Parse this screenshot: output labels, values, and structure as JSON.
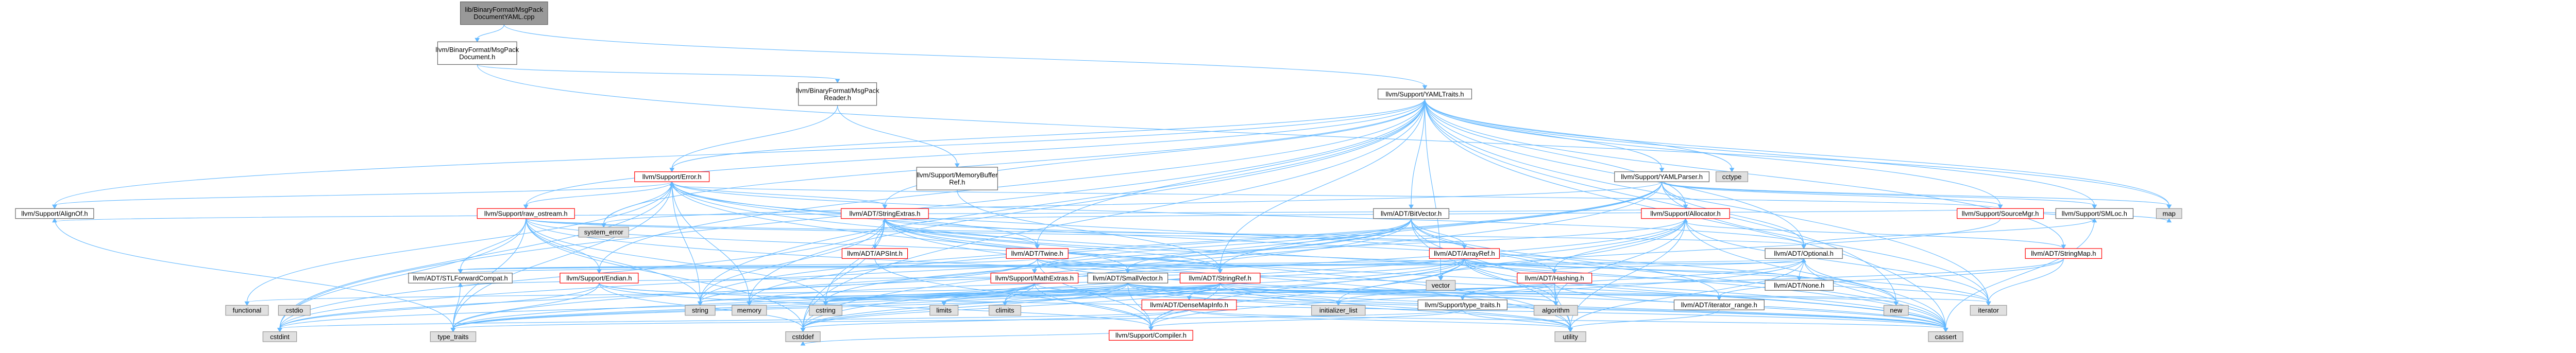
{
  "graph": {
    "title": "lib/BinaryFormat/MsgPackDocumentYAML.cpp",
    "colors": {
      "root_fill": "#999999",
      "doc_fill": "#ffffff",
      "doc_border": "#666666",
      "truncated_border": "#ff0000",
      "system_fill": "#e0e0e0",
      "system_border": "#999999",
      "edge": "#63b8ff"
    },
    "nodes": [
      {
        "id": "root",
        "kind": "root",
        "lines": [
          "lib/BinaryFormat/MsgPack",
          "DocumentYAML.cpp"
        ]
      },
      {
        "id": "msgpack_document",
        "kind": "doc",
        "lines": [
          "llvm/BinaryFormat/MsgPack",
          "Document.h"
        ]
      },
      {
        "id": "msgpack_reader",
        "kind": "doc",
        "lines": [
          "llvm/BinaryFormat/MsgPack",
          "Reader.h"
        ]
      },
      {
        "id": "yamltraits",
        "kind": "doc",
        "lines": [
          "llvm/Support/YAMLTraits.h"
        ]
      },
      {
        "id": "memorybufferref",
        "kind": "doc",
        "lines": [
          "llvm/Support/MemoryBuffer",
          "Ref.h"
        ]
      },
      {
        "id": "errorh",
        "kind": "truncated",
        "lines": [
          "llvm/Support/Error.h"
        ]
      },
      {
        "id": "yamlparser",
        "kind": "doc",
        "lines": [
          "llvm/Support/YAMLParser.h"
        ]
      },
      {
        "id": "cctype",
        "kind": "system",
        "lines": [
          "cctype"
        ]
      },
      {
        "id": "alignof",
        "kind": "doc",
        "lines": [
          "llvm/Support/AlignOf.h"
        ]
      },
      {
        "id": "raw_ostream",
        "kind": "truncated",
        "lines": [
          "llvm/Support/raw_ostream.h"
        ]
      },
      {
        "id": "stringextras",
        "kind": "truncated",
        "lines": [
          "llvm/ADT/StringExtras.h"
        ]
      },
      {
        "id": "bitvector",
        "kind": "doc",
        "lines": [
          "llvm/ADT/BitVector.h"
        ]
      },
      {
        "id": "allocator",
        "kind": "truncated",
        "lines": [
          "llvm/Support/Allocator.h"
        ]
      },
      {
        "id": "sourcemgr",
        "kind": "truncated",
        "lines": [
          "llvm/Support/SourceMgr.h"
        ]
      },
      {
        "id": "smloc",
        "kind": "doc",
        "lines": [
          "llvm/Support/SMLoc.h"
        ]
      },
      {
        "id": "map",
        "kind": "system",
        "lines": [
          "map"
        ]
      },
      {
        "id": "system_error",
        "kind": "system",
        "lines": [
          "system_error"
        ]
      },
      {
        "id": "apsint",
        "kind": "truncated",
        "lines": [
          "llvm/ADT/APSInt.h"
        ]
      },
      {
        "id": "twine",
        "kind": "truncated",
        "lines": [
          "llvm/ADT/Twine.h"
        ]
      },
      {
        "id": "arrayref",
        "kind": "truncated",
        "lines": [
          "llvm/ADT/ArrayRef.h"
        ]
      },
      {
        "id": "optional",
        "kind": "doc",
        "lines": [
          "llvm/ADT/Optional.h"
        ]
      },
      {
        "id": "stringmap",
        "kind": "truncated",
        "lines": [
          "llvm/ADT/StringMap.h"
        ]
      },
      {
        "id": "stlforwardcompat",
        "kind": "doc",
        "lines": [
          "llvm/ADT/STLForwardCompat.h"
        ]
      },
      {
        "id": "endian",
        "kind": "truncated",
        "lines": [
          "llvm/Support/Endian.h"
        ]
      },
      {
        "id": "mathextras",
        "kind": "truncated",
        "lines": [
          "llvm/Support/MathExtras.h"
        ]
      },
      {
        "id": "smallvector",
        "kind": "doc",
        "lines": [
          "llvm/ADT/SmallVector.h"
        ]
      },
      {
        "id": "stringref",
        "kind": "truncated",
        "lines": [
          "llvm/ADT/StringRef.h"
        ]
      },
      {
        "id": "vector",
        "kind": "system",
        "lines": [
          "vector"
        ]
      },
      {
        "id": "hashing",
        "kind": "truncated",
        "lines": [
          "llvm/ADT/Hashing.h"
        ]
      },
      {
        "id": "noneh",
        "kind": "doc",
        "lines": [
          "llvm/ADT/None.h"
        ]
      },
      {
        "id": "densemapinfo",
        "kind": "truncated",
        "lines": [
          "llvm/ADT/DenseMapInfo.h"
        ]
      },
      {
        "id": "iterator_range",
        "kind": "doc",
        "lines": [
          "llvm/ADT/iterator_range.h"
        ]
      },
      {
        "id": "type_traits_llvm",
        "kind": "doc",
        "lines": [
          "llvm/Support/type_traits.h"
        ]
      },
      {
        "id": "compiler",
        "kind": "truncated",
        "lines": [
          "llvm/Support/Compiler.h"
        ]
      },
      {
        "id": "functional",
        "kind": "system",
        "lines": [
          "functional"
        ]
      },
      {
        "id": "cstdio",
        "kind": "system",
        "lines": [
          "cstdio"
        ]
      },
      {
        "id": "string",
        "kind": "system",
        "lines": [
          "string"
        ]
      },
      {
        "id": "memory",
        "kind": "system",
        "lines": [
          "memory"
        ]
      },
      {
        "id": "cstring",
        "kind": "system",
        "lines": [
          "cstring"
        ]
      },
      {
        "id": "limits",
        "kind": "system",
        "lines": [
          "limits"
        ]
      },
      {
        "id": "climits",
        "kind": "system",
        "lines": [
          "climits"
        ]
      },
      {
        "id": "initializer_list",
        "kind": "system",
        "lines": [
          "initializer_list"
        ]
      },
      {
        "id": "algorithm",
        "kind": "system",
        "lines": [
          "algorithm"
        ]
      },
      {
        "id": "new",
        "kind": "system",
        "lines": [
          "new"
        ]
      },
      {
        "id": "iterator",
        "kind": "system",
        "lines": [
          "iterator"
        ]
      },
      {
        "id": "cstdint",
        "kind": "system",
        "lines": [
          "cstdint"
        ]
      },
      {
        "id": "type_traits",
        "kind": "system",
        "lines": [
          "type_traits"
        ]
      },
      {
        "id": "cstddef",
        "kind": "system",
        "lines": [
          "cstddef"
        ]
      },
      {
        "id": "utility",
        "kind": "system",
        "lines": [
          "utility"
        ]
      },
      {
        "id": "cassert",
        "kind": "system",
        "lines": [
          "cassert"
        ]
      }
    ]
  }
}
